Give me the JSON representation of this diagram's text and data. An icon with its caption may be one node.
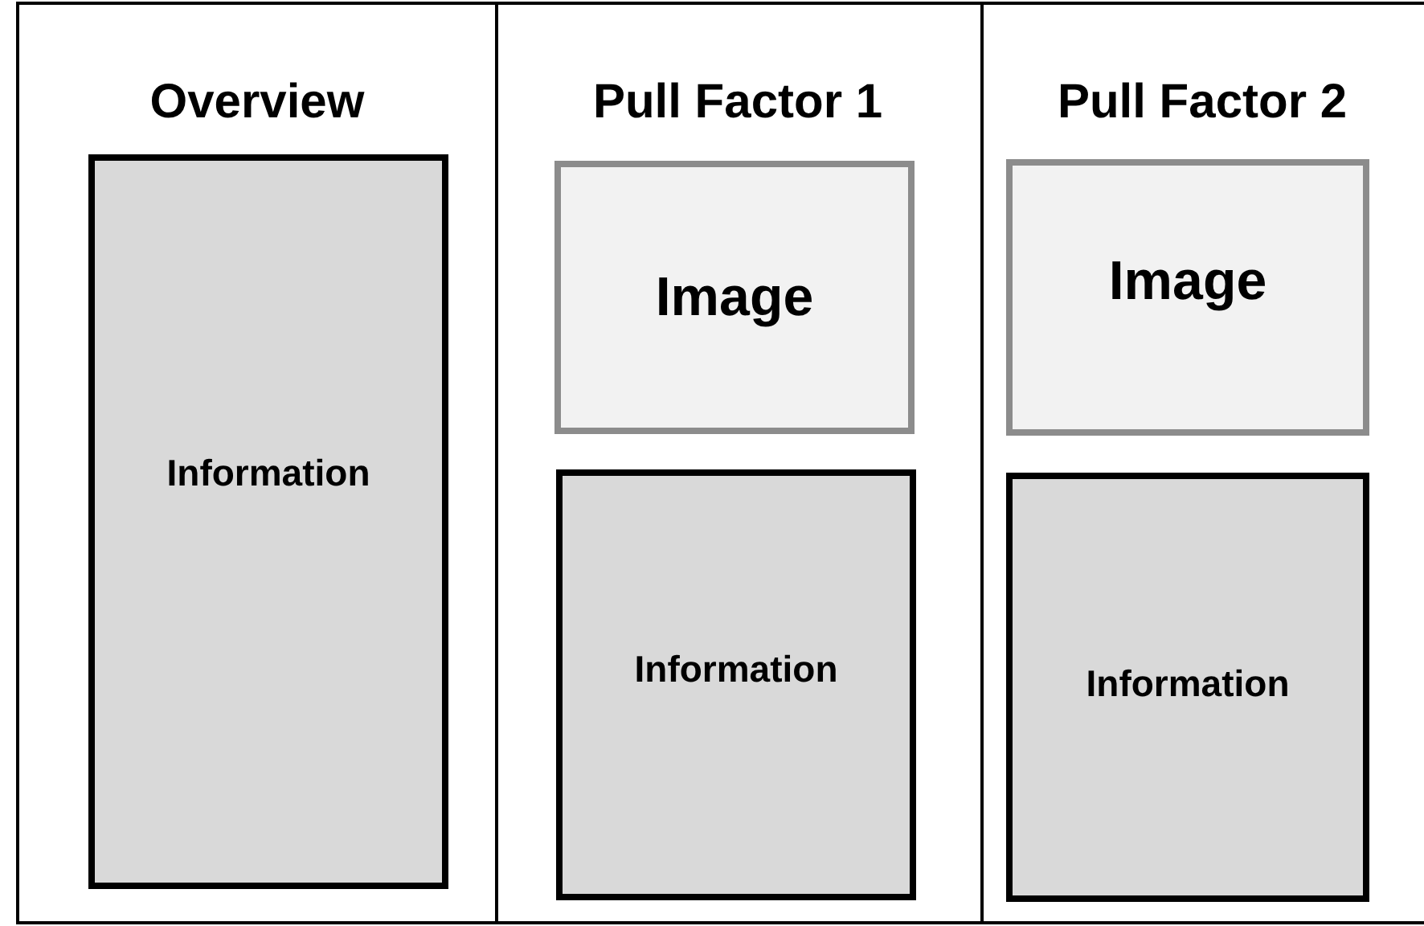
{
  "diagram": {
    "nodes": [
      {
        "text": [
          "Overview"
        ]
      },
      {
        "text": [
          "Information"
        ],
        "in": 0
      },
      {
        "text": [
          "Pull Factor 1"
        ]
      },
      {
        "text": [
          "Image"
        ],
        "in": 2
      },
      {
        "text": [
          "Information"
        ],
        "in": 2
      },
      {
        "text": [
          "Pull Factor 2"
        ]
      },
      {
        "text": [
          "Image"
        ],
        "in": 5
      },
      {
        "text": [
          "Information"
        ],
        "in": 5
      }
    ]
  }
}
